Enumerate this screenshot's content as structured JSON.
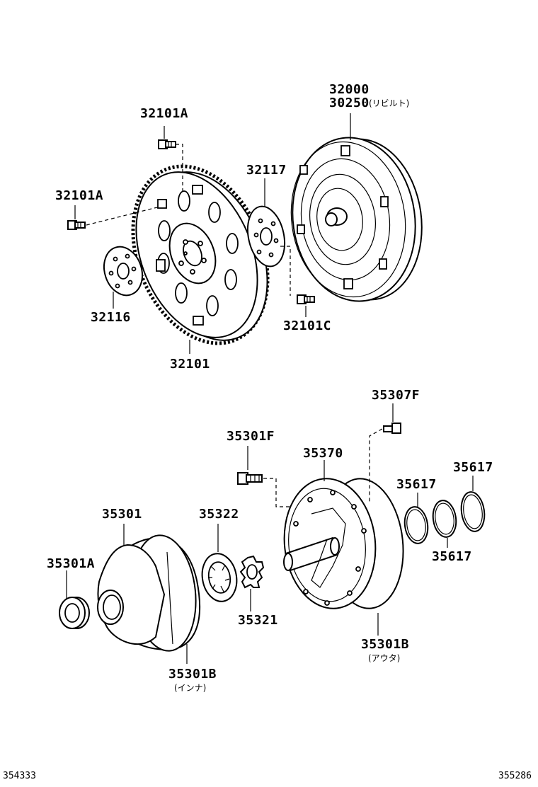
{
  "labels": {
    "l32000": "32000",
    "l30250": "30250",
    "l30250_note": "(リビルト)",
    "l32101A_top": "32101A",
    "l32101A_left": "32101A",
    "l32117": "32117",
    "l32116": "32116",
    "l32101C": "32101C",
    "l32101": "32101",
    "l35307F": "35307F",
    "l35301F": "35301F",
    "l35370": "35370",
    "l35617_a": "35617",
    "l35617_b": "35617",
    "l35617_c": "35617",
    "l35301": "35301",
    "l35322": "35322",
    "l35301A": "35301A",
    "l35321": "35321",
    "l35301B_outer": "35301B",
    "l35301B_outer_note": "(アウタ)",
    "l35301B_inner": "35301B",
    "l35301B_inner_note": "(インナ)"
  },
  "refs": {
    "left": "354333",
    "right": "355286"
  }
}
